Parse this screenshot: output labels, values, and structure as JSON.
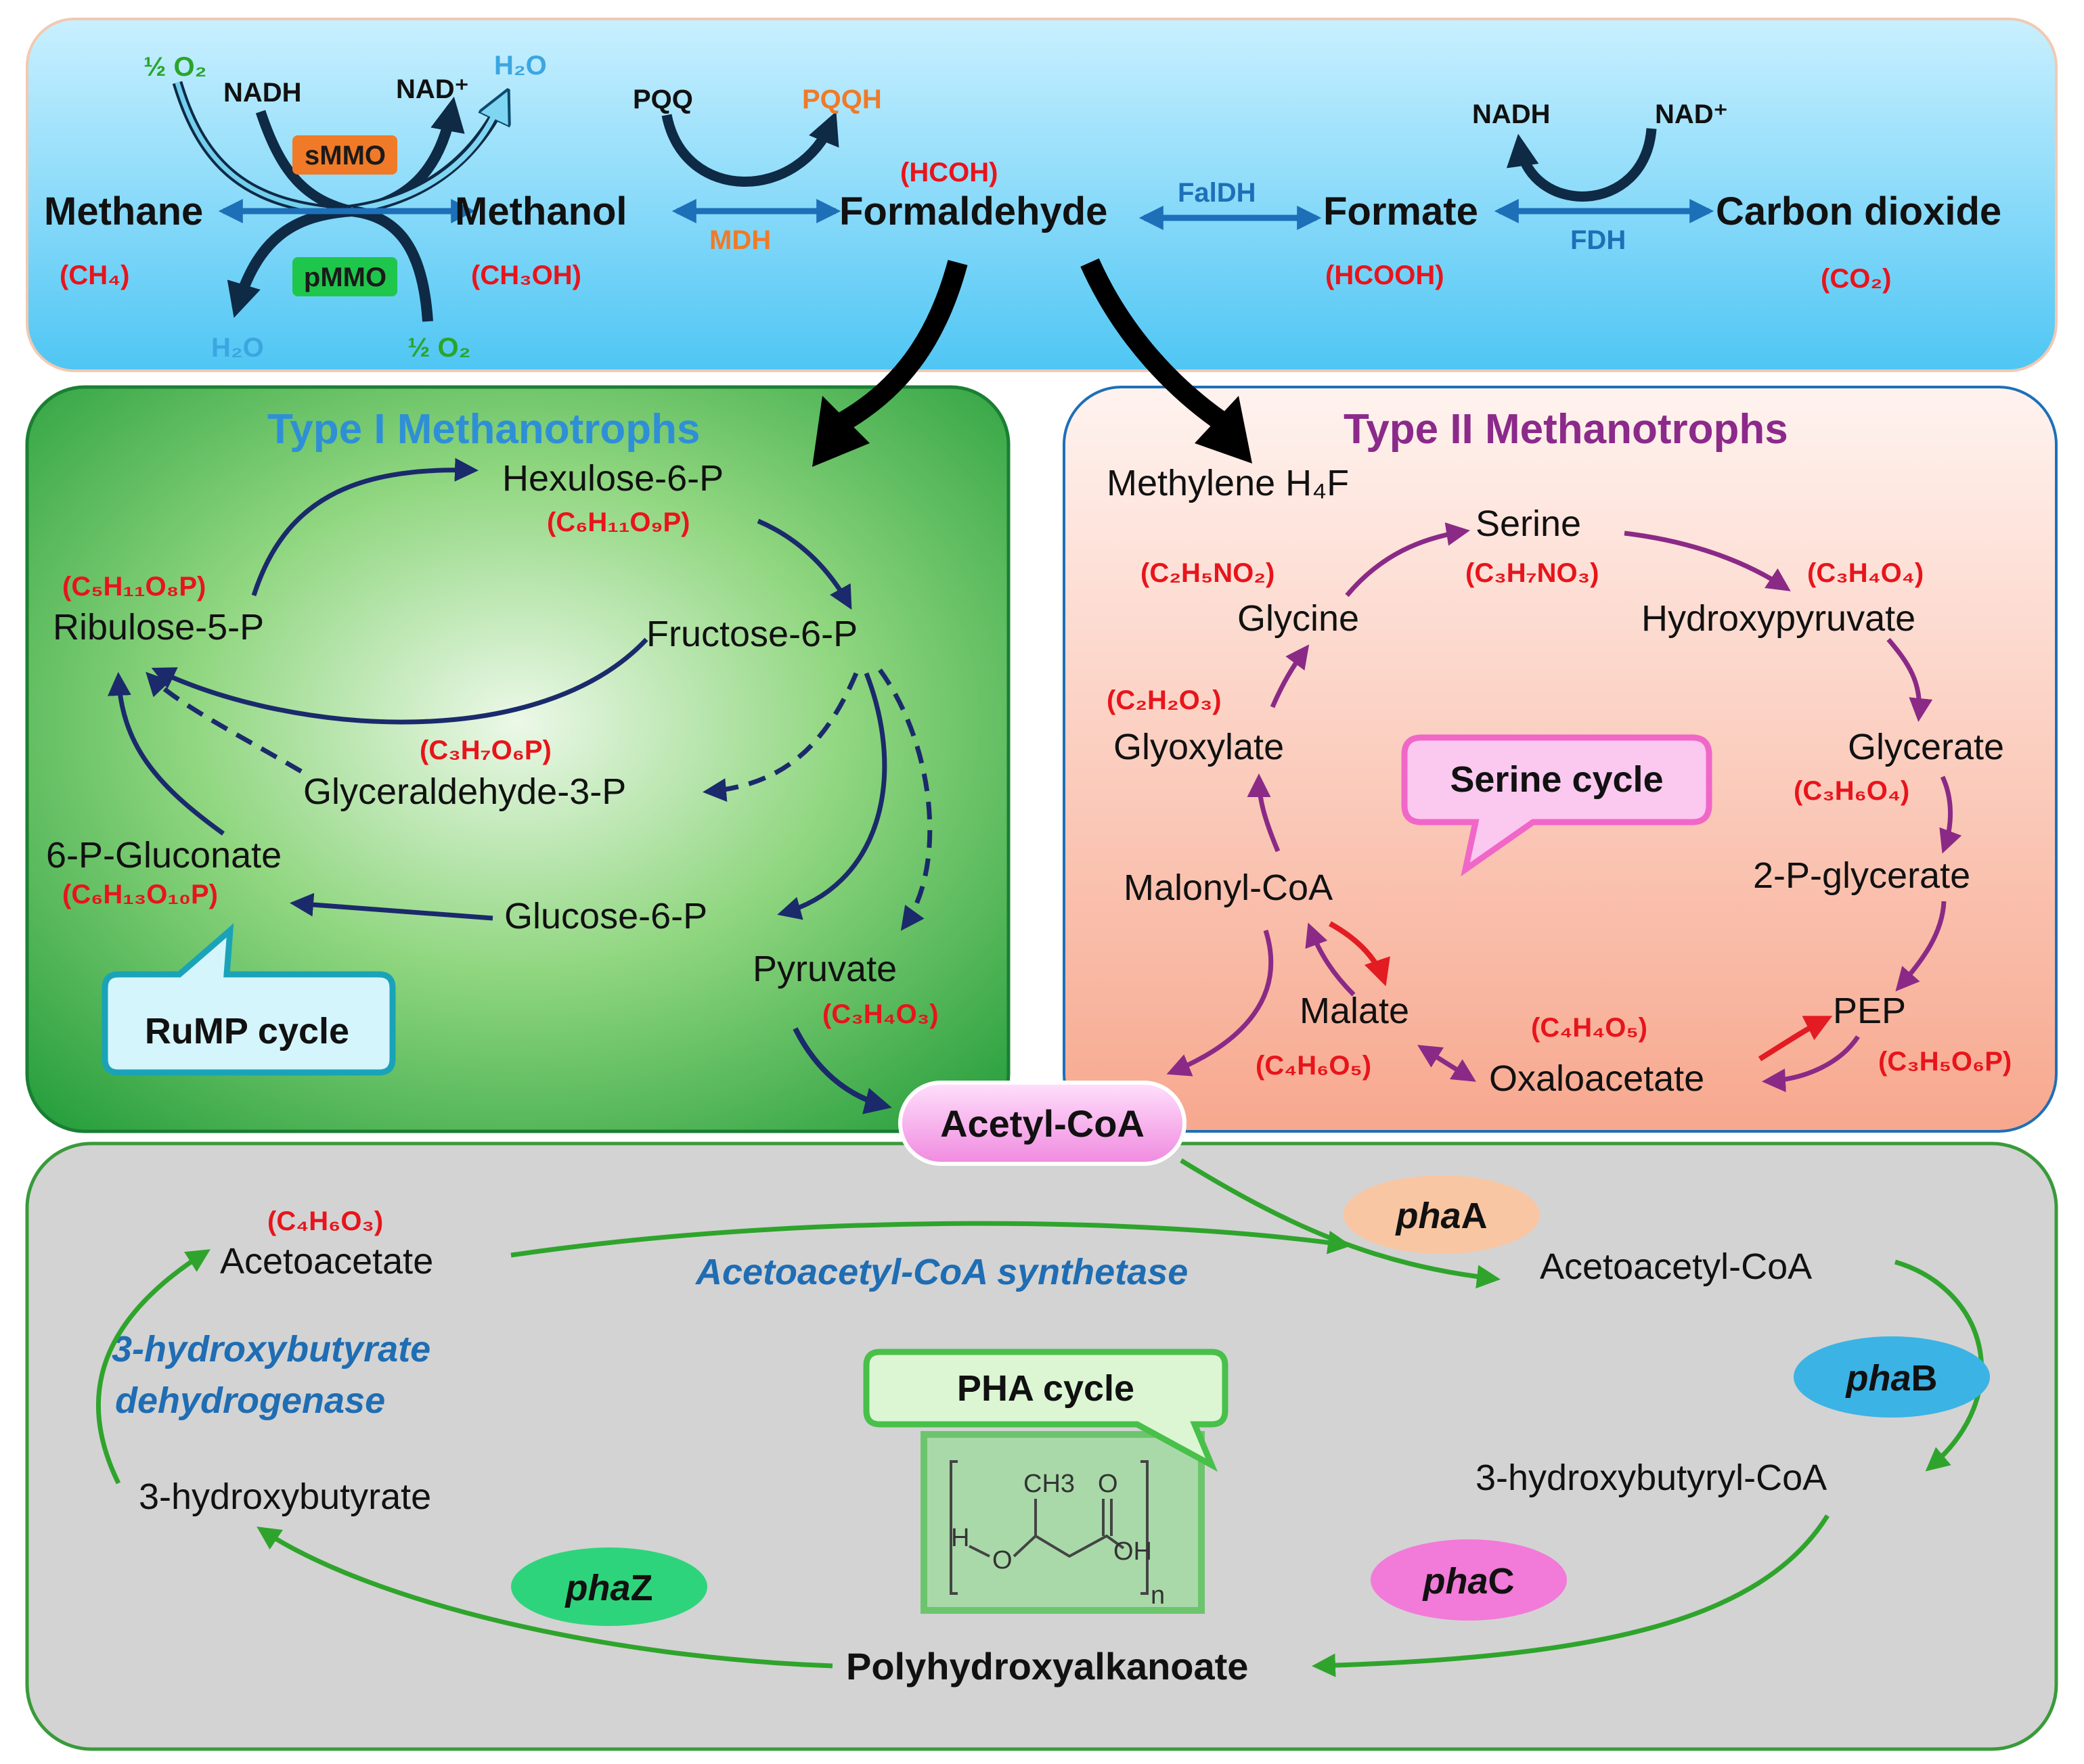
{
  "top": {
    "methane": "Methane",
    "methane_formula": "(CH₄)",
    "methanol": "Methanol",
    "methanol_formula": "(CH₃OH)",
    "formaldehyde": "Formaldehyde",
    "formaldehyde_formula": "(HCOH)",
    "formate": "Formate",
    "formate_formula": "(HCOOH)",
    "co2": "Carbon dioxide",
    "co2_formula": "(CO₂)",
    "half_o2_top": "½ O₂",
    "nadh_left": "NADH",
    "nad_left": "NAD⁺",
    "h2o_top": "H₂O",
    "h2o_bottom": "H₂O",
    "half_o2_bottom": "½ O₂",
    "smmo": "sMMO",
    "pmmo": "pMMO",
    "pqq": "PQQ",
    "pqqh": "PQQH",
    "mdh": "MDH",
    "faldh": "FalDH",
    "nadh_right": "NADH",
    "nad_right": "NAD⁺",
    "fdh": "FDH"
  },
  "type1": {
    "title": "Type I Methanotrophs",
    "hexulose": "Hexulose-6-P",
    "hexulose_formula": "(C₆H₁₁O₉P)",
    "ribulose_formula": "(C₅H₁₁O₈P)",
    "ribulose": "Ribulose-5-P",
    "fructose": "Fructose-6-P",
    "glyceraldehyde_formula": "(C₃H₇O₆P)",
    "glyceraldehyde": "Glyceraldehyde-3-P",
    "gluconate": "6-P-Gluconate",
    "gluconate_formula": "(C₆H₁₃O₁₀P)",
    "glucose": "Glucose-6-P",
    "pyruvate": "Pyruvate",
    "pyruvate_formula": "(C₃H₄O₃)",
    "cycle_label": "RuMP cycle"
  },
  "type2": {
    "title": "Type II Methanotrophs",
    "methylene": "Methylene H₄F",
    "serine": "Serine",
    "serine_formula": "(C₃H₇NO₃)",
    "glycine_formula": "(C₂H₅NO₂)",
    "glycine": "Glycine",
    "hydroxypyruvate_formula": "(C₃H₄O₄)",
    "hydroxypyruvate": "Hydroxypyruvate",
    "glyoxylate_formula": "(C₂H₂O₃)",
    "glyoxylate": "Glyoxylate",
    "glycerate": "Glycerate",
    "glycerate_formula": "(C₃H₆O₄)",
    "p_glycerate": "2-P-glycerate",
    "malonyl": "Malonyl-CoA",
    "malate": "Malate",
    "malate_formula": "(C₄H₆O₅)",
    "oxaloacetate_formula": "(C₄H₄O₅)",
    "oxaloacetate": "Oxaloacetate",
    "pep": "PEP",
    "pep_formula": "(C₃H₅O₆P)",
    "cycle_label": "Serine cycle"
  },
  "center": {
    "acetyl": "Acetyl-CoA"
  },
  "pha": {
    "acetoacetate_formula": "(C₄H₆O₃)",
    "acetoacetate": "Acetoacetate",
    "synthetase": "Acetoacetyl-CoA synthetase",
    "acetoacetyl": "Acetoacetyl-CoA",
    "dehydrogenase_1": "3-hydroxybutyrate",
    "dehydrogenase_2": "dehydrogenase",
    "hydroxybutyrate": "3-hydroxybutyrate",
    "hydroxybutyryl": "3-hydroxybutyryl-CoA",
    "polymer": "Polyhydroxyalkanoate",
    "cycle_label": "PHA cycle",
    "pha_a_it": "pha",
    "pha_a": "A",
    "pha_b_it": "pha",
    "pha_b": "B",
    "pha_c_it": "pha",
    "pha_c": "C",
    "pha_z_it": "pha",
    "pha_z": "Z",
    "mol_ch3": "CH3",
    "mol_o": "O",
    "mol_h": "H",
    "mol_o2": "O",
    "mol_oh": "OH",
    "mol_n": "n"
  }
}
